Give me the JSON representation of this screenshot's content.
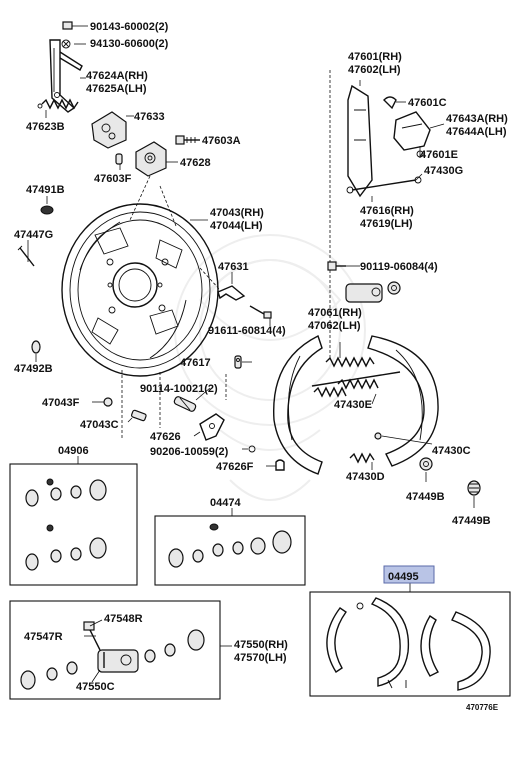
{
  "labels": {
    "l90143": "90143-60002(2)",
    "l94130": "94130-60600(2)",
    "l47624": "47624A(RH)",
    "l47625": "47625A(LH)",
    "l47623B": "47623B",
    "l47633": "47633",
    "l47603A": "47603A",
    "l47603F": "47603F",
    "l47628": "47628",
    "l47491B": "47491B",
    "l47043": "47043(RH)",
    "l47044": "47044(LH)",
    "l47447G": "47447G",
    "l47631": "47631",
    "l91611": "91611-60814(4)",
    "l47492B": "47492B",
    "l47617": "47617",
    "l90114": "90114-10021(2)",
    "l47043F": "47043F",
    "l47043C": "47043C",
    "l47626": "47626",
    "l90206": "90206-10059(2)",
    "l47626F": "47626F",
    "l47601": "47601(RH)",
    "l47602": "47602(LH)",
    "l47601C": "47601C",
    "l47643A": "47643A(RH)",
    "l47644A": "47644A(LH)",
    "l47601E": "47601E",
    "l47430G": "47430G",
    "l47616": "47616(RH)",
    "l47619": "47619(LH)",
    "l90119": "90119-06084(4)",
    "l47061": "47061(RH)",
    "l47062": "47062(LH)",
    "l47430E": "47430E",
    "l47430C": "47430C",
    "l47430D": "47430D",
    "l47449B_1": "47449B",
    "l47449B_2": "47449B",
    "k04906": "04906",
    "k04474": "04474",
    "k04495": "04495",
    "l47548R": "47548R",
    "l47547R": "47547R",
    "l47550C": "47550C",
    "l47550": "47550(RH)",
    "l47570": "47570(LH)",
    "footer": "470776E"
  },
  "colors": {
    "kit_highlight": "#b9c4e6"
  }
}
